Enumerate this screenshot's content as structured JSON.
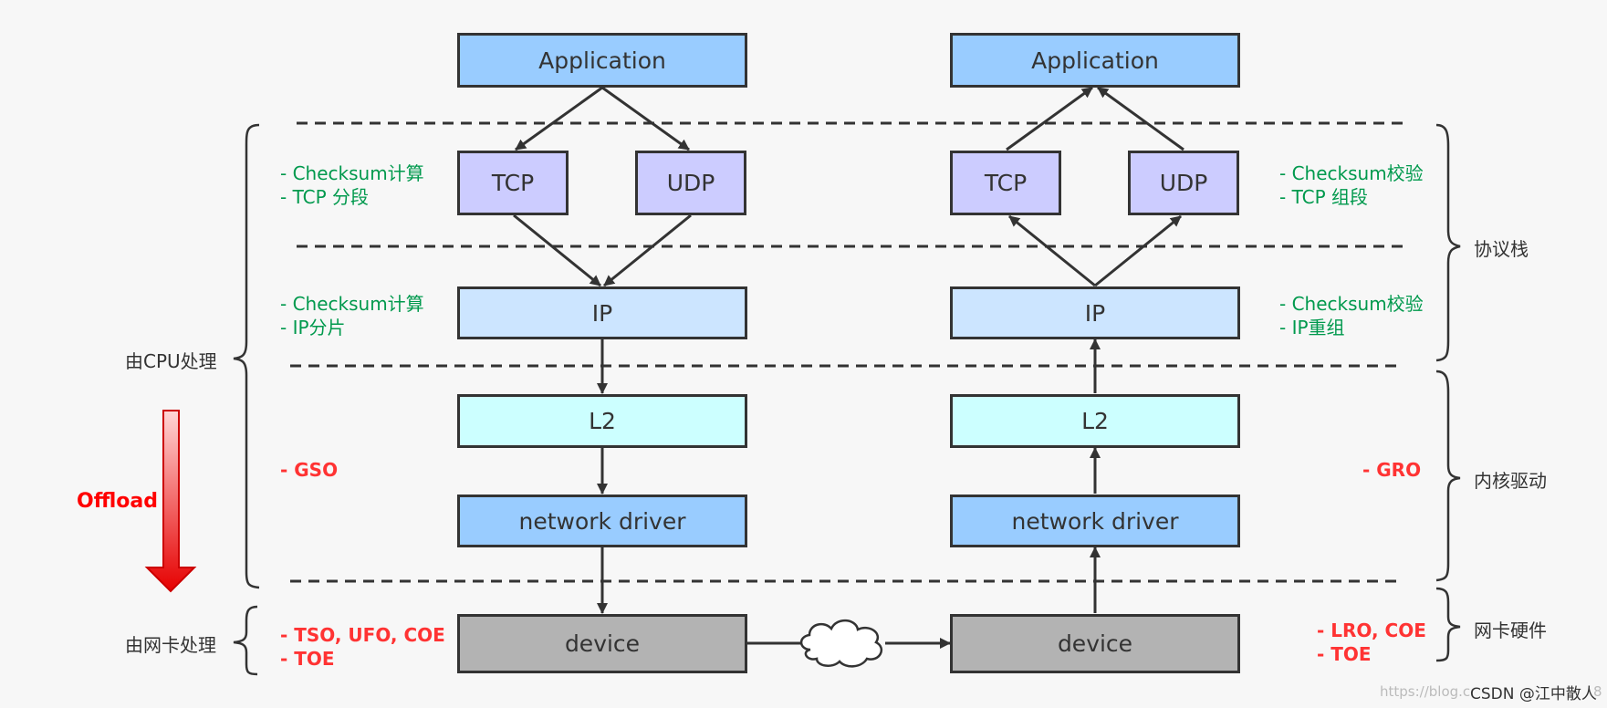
{
  "left_stack": {
    "application": "Application",
    "tcp": "TCP",
    "udp": "UDP",
    "ip": "IP",
    "l2": "L2",
    "driver": "network driver",
    "device": "device"
  },
  "right_stack": {
    "application": "Application",
    "tcp": "TCP",
    "udp": "UDP",
    "ip": "IP",
    "l2": "L2",
    "driver": "network driver",
    "device": "device"
  },
  "left_notes": {
    "transport": [
      "- Checksum计算",
      "- TCP 分段"
    ],
    "ip": [
      "- Checksum计算",
      "- IP分片"
    ],
    "kernel": [
      "- GSO"
    ],
    "nic": [
      "- TSO, UFO, COE",
      "- TOE"
    ]
  },
  "right_notes": {
    "transport": [
      "- Checksum校验",
      "- TCP 组段"
    ],
    "ip": [
      "- Checksum校验",
      "- IP重组"
    ],
    "kernel": [
      "- GRO"
    ],
    "nic": [
      "- LRO, COE",
      "- TOE"
    ]
  },
  "left_braces": {
    "cpu": "由CPU处理",
    "nic": "由网卡处理"
  },
  "right_braces": {
    "protocol": "协议栈",
    "kernel": "内核驱动",
    "nic": "网卡硬件"
  },
  "offload_label": "Offload",
  "watermark": {
    "url": "https://blog.c",
    "credit": "CSDN @江中散人",
    "tail": "8"
  },
  "colors": {
    "application": "#99ccff",
    "transport": "#ccccff",
    "ip": "#cce5ff",
    "l2": "#ccffff",
    "driver": "#99ccff",
    "device": "#b3b3b3",
    "green_note": "#00994d",
    "red_note": "#ff3333"
  }
}
